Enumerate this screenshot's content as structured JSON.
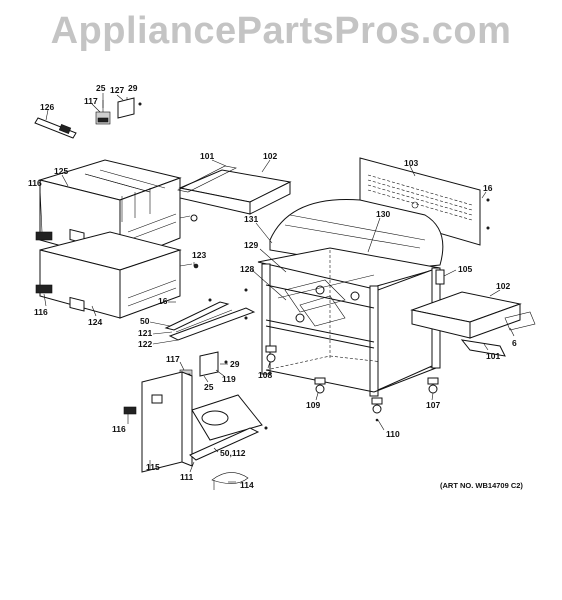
{
  "watermark": "AppliancePartsPros.com",
  "art_number": "(ART NO. WB14709 C2)",
  "parts": {
    "p25a": "25",
    "p127": "127",
    "p29a": "29",
    "p117a": "117",
    "p126": "126",
    "p101a": "101",
    "p102a": "102",
    "p103": "103",
    "p16a": "16",
    "p116a": "116",
    "p125": "125",
    "p131": "131",
    "p130": "130",
    "p123": "123",
    "p129": "129",
    "p128": "128",
    "p105": "105",
    "p102b": "102",
    "p116b": "116",
    "p124": "124",
    "p16b": "16",
    "p50a": "50",
    "p121": "121",
    "p122": "122",
    "p6": "6",
    "p101b": "101",
    "p117b": "117",
    "p29b": "29",
    "p25b": "25",
    "p119": "119",
    "p108": "108",
    "p109": "109",
    "p107": "107",
    "p110": "110",
    "p116c": "116",
    "p115": "115",
    "p50112": "50,112",
    "p111": "111",
    "p114": "114"
  }
}
